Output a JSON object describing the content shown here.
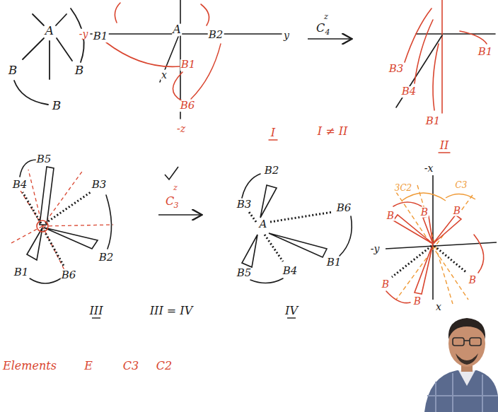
{
  "diagram": {
    "labels": [
      "A",
      "B",
      "B",
      "B",
      "-y",
      "B1",
      "A",
      "B2",
      "y",
      "x",
      "B1",
      "B6",
      "-z",
      "I",
      "C",
      "4",
      "z",
      "I ≠ II",
      "B3",
      "B1",
      "B4",
      "B1",
      "II",
      "B5",
      "B4",
      "B3",
      "B1",
      "B6",
      "B2",
      "III",
      "C",
      "3",
      "z",
      "III = IV",
      "B2",
      "B3",
      "A",
      "B6",
      "B5",
      "B4",
      "B1",
      "IV",
      "-x",
      "-y",
      "x",
      "B",
      "B",
      "B",
      "B",
      "B",
      "B",
      "3C2",
      "C3",
      "Elements",
      "E",
      "C3",
      "C2"
    ]
  }
}
